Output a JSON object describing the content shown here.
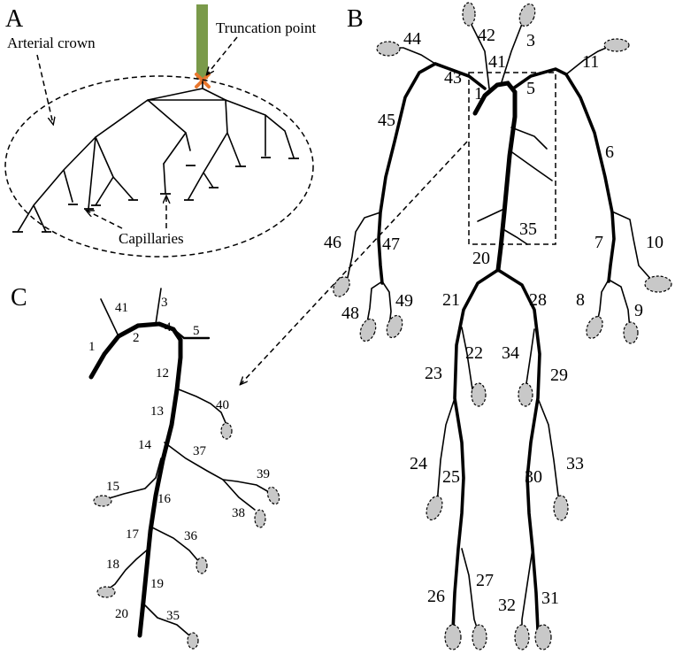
{
  "panels": {
    "a": "A",
    "b": "B",
    "c": "C"
  },
  "annotations": {
    "truncation_point": "Truncation point",
    "arterial_crown": "Arterial crown",
    "capillaries": "Capillaries"
  },
  "colors": {
    "truncated_vessel": "#7a9a4a",
    "truncation_marker": "#e8772e",
    "vascular_bed_fill": "#c8c8c8",
    "line": "#000000"
  },
  "labels_b": [
    "1",
    "3",
    "5",
    "6",
    "7",
    "8",
    "9",
    "10",
    "11",
    "20",
    "21",
    "22",
    "23",
    "24",
    "25",
    "26",
    "27",
    "28",
    "29",
    "30",
    "31",
    "32",
    "33",
    "34",
    "35",
    "41",
    "42",
    "43",
    "44",
    "45",
    "46",
    "47",
    "48",
    "49"
  ],
  "labels_c": [
    "1",
    "2",
    "3",
    "4",
    "5",
    "12",
    "13",
    "14",
    "15",
    "16",
    "17",
    "18",
    "19",
    "20",
    "35",
    "36",
    "37",
    "38",
    "39",
    "40",
    "41"
  ]
}
